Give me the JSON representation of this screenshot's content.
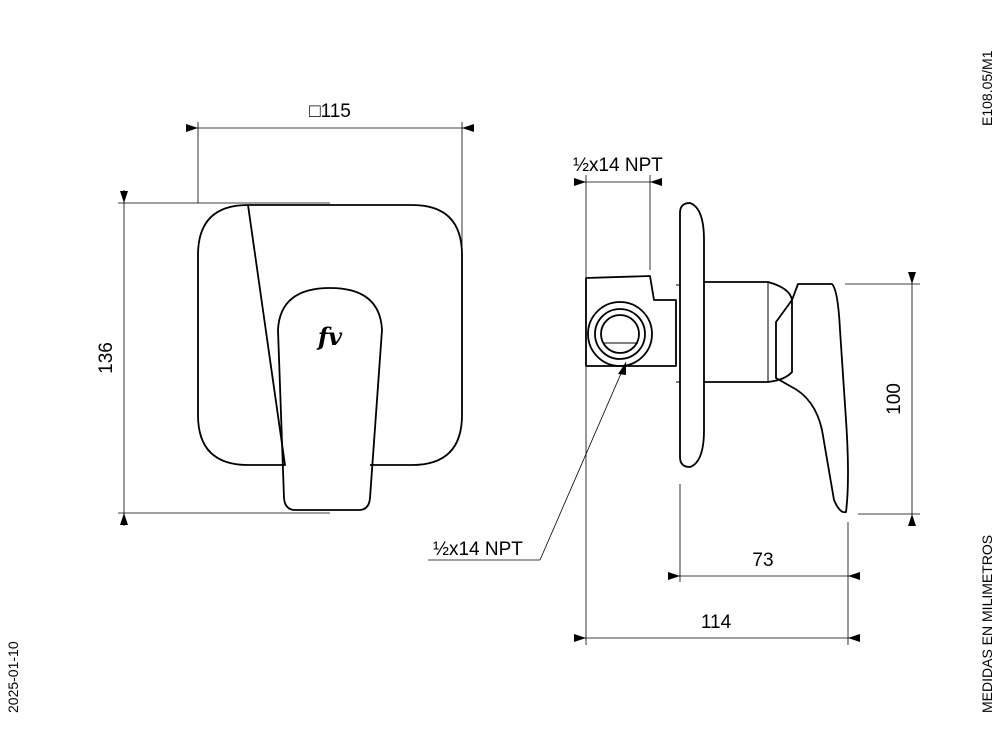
{
  "drawing_code": "E108.05/M1",
  "date": "2025-01-10",
  "units_note": "MEDIDAS EN MILIMETROS",
  "brand_mark": "fv",
  "dimensions": {
    "plate_width": "□115",
    "plate_height": "136",
    "thread_top": "½x14 NPT",
    "thread_bottom": "½x14 NPT",
    "lever_height": "100",
    "plate_to_lever": "73",
    "overall_depth": "114"
  }
}
